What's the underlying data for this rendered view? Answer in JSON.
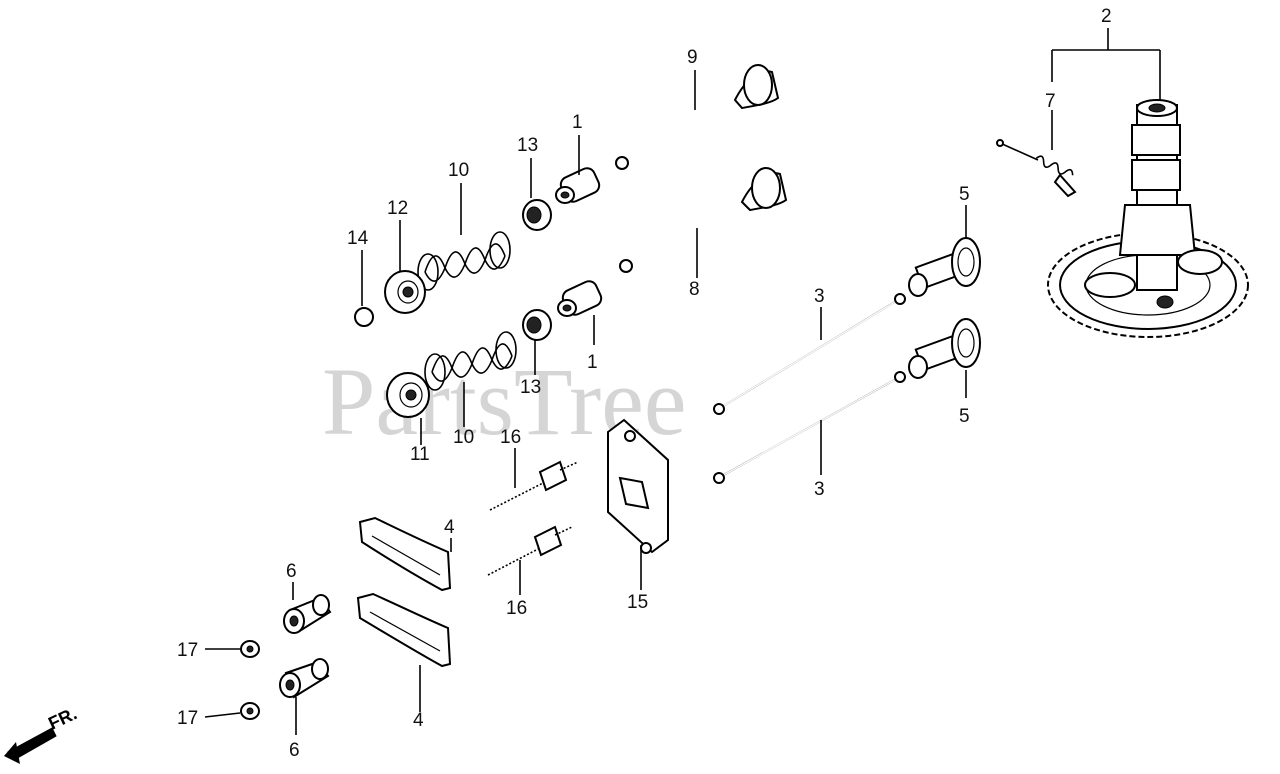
{
  "watermark": "PartsTree",
  "direction_marker": "FR.",
  "callouts": {
    "c1a": "1",
    "c1b": "1",
    "c2": "2",
    "c3a": "3",
    "c3b": "3",
    "c4a": "4",
    "c4b": "4",
    "c5a": "5",
    "c5b": "5",
    "c6a": "6",
    "c6b": "6",
    "c7": "7",
    "c8": "8",
    "c9": "9",
    "c10a": "10",
    "c10b": "10",
    "c11": "11",
    "c12": "12",
    "c13a": "13",
    "c13b": "13",
    "c14": "14",
    "c15": "15",
    "c16a": "16",
    "c16b": "16",
    "c17a": "17",
    "c17b": "17"
  }
}
